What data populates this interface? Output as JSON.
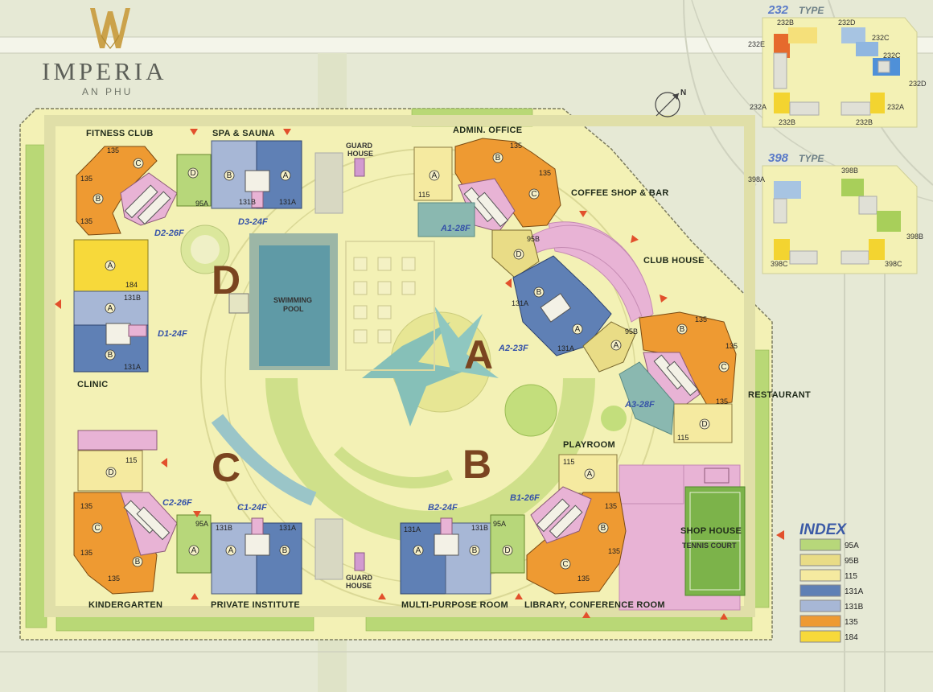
{
  "brand": {
    "name": "IMPERIA",
    "sub": "AN PHU"
  },
  "zones": {
    "a": "A",
    "b": "B",
    "c": "C",
    "d": "D"
  },
  "facilities": {
    "fitness": "FITNESS CLUB",
    "spa": "SPA & SAUNA",
    "admin": "ADMIN. OFFICE",
    "guard_top_1": "GUARD",
    "guard_top_2": "HOUSE",
    "coffee": "COFFEE SHOP & BAR",
    "clubhouse": "CLUB HOUSE",
    "pool_1": "SWIMMING",
    "pool_2": "POOL",
    "clinic": "CLINIC",
    "restaurant": "RESTAURANT",
    "playroom": "PLAYROOM",
    "shophouse": "SHOP HOUSE",
    "tennis": "TENNIS COURT",
    "guard_bottom_1": "GUARD",
    "guard_bottom_2": "HOUSE",
    "kindergarten": "KINDERGARTEN",
    "private_institute": "PRIVATE INSTITUTE",
    "multipurpose": "MULTI-PURPOSE ROOM",
    "library": "LIBRARY, CONFERENCE ROOM"
  },
  "towers": {
    "d2": "D2-26F",
    "d3": "D3-24F",
    "d1": "D1-24F",
    "a1": "A1-28F",
    "a2": "A2-23F",
    "a3": "A3-28F",
    "c2": "C2-26F",
    "c1": "C1-24F",
    "b2": "B2-24F",
    "b1": "B1-26F"
  },
  "units": {
    "u135": "135",
    "u95a": "95A",
    "u95b": "95B",
    "u115": "115",
    "u131a": "131A",
    "u131b": "131B",
    "u184": "184"
  },
  "circle_labels": {
    "a": "A",
    "b": "B",
    "c": "C",
    "d": "D"
  },
  "type232": {
    "number": "232",
    "word": "TYPE",
    "labels": {
      "b_top": "232B",
      "d_top": "232D",
      "e": "232E",
      "c1": "232C",
      "c2": "232C",
      "d_right": "232D",
      "a_left": "232A",
      "a_right": "232A",
      "b_bl": "232B",
      "b_br": "232B"
    }
  },
  "type398": {
    "number": "398",
    "word": "TYPE",
    "labels": {
      "a": "398A",
      "b_top": "398B",
      "b_right": "398B",
      "c_left": "398C",
      "c_right": "398C"
    }
  },
  "index": {
    "title": "INDEX",
    "items": [
      {
        "label": "95A",
        "color": "#b7d77a"
      },
      {
        "label": "95B",
        "color": "#e9dc86"
      },
      {
        "label": "115",
        "color": "#f5eaa0"
      },
      {
        "label": "131A",
        "color": "#5f80b5"
      },
      {
        "label": "131B",
        "color": "#a7b7d6"
      },
      {
        "label": "135",
        "color": "#ee9a32"
      },
      {
        "label": "184",
        "color": "#f7d93a"
      }
    ]
  },
  "north": "N",
  "colors": {
    "site": "#f4f2b4",
    "road": "#e8eadb",
    "park": "#c8df84",
    "pool": "#5f9aa6",
    "amenity": "#e8b3d5",
    "teal": "#8ab8b0"
  }
}
